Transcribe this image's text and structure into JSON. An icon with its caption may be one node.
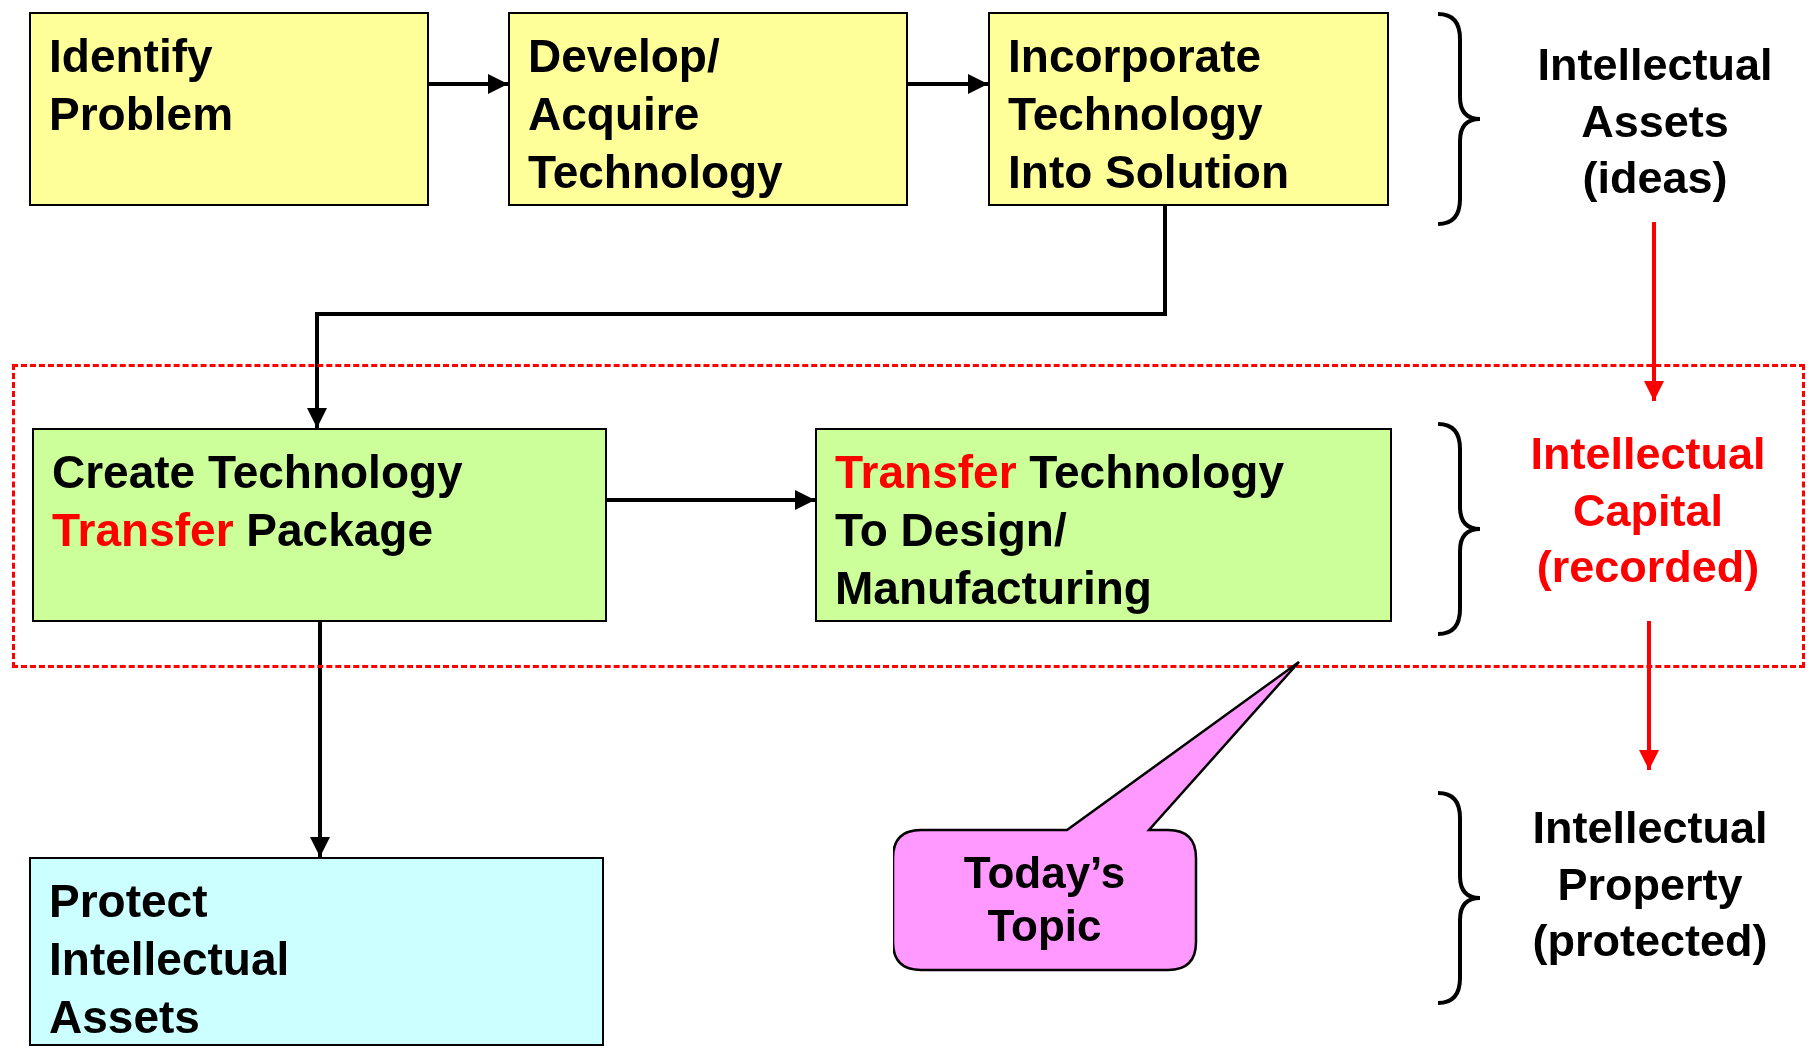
{
  "diagram": {
    "nodes": [
      {
        "text": [
          "Identify Problem"
        ]
      },
      {
        "text": [
          "Develop/ Acquire Technology"
        ]
      },
      {
        "text": [
          "Incorporate Technology Into Solution"
        ]
      },
      {
        "text": [
          "Intellectual Assets (ideas)"
        ]
      },
      {
        "text": [],
        "shape": "box"
      },
      {
        "text": [
          "Create Technology **Transfer** Package"
        ],
        "in": 4
      },
      {
        "text": [
          "**Transfer** Technology To Design/ Manufacturing"
        ],
        "in": 4
      },
      {
        "text": [
          "Intellectual Capital (recorded)"
        ],
        "in": 4
      },
      {
        "text": [
          "Today’s Topic"
        ]
      },
      {
        "text": [
          "Intellectual Property (protected)"
        ]
      },
      {
        "text": [
          "Protect Intellectual Assets"
        ]
      }
    ],
    "edges": [
      {
        "from": 0,
        "to": 1,
        "arrow": "to"
      },
      {
        "from": 1,
        "to": 2,
        "arrow": "to"
      },
      {
        "from": 2,
        "to": 5,
        "arrow": "to"
      },
      {
        "from": 5,
        "to": 6,
        "arrow": "to"
      },
      {
        "from": 5,
        "to": 10,
        "arrow": "to"
      },
      {
        "from": 3,
        "to": 7,
        "arrow": "to",
        "color": "#ff0000"
      },
      {
        "from": 7,
        "to": 9,
        "arrow": "to",
        "color": "#ff0000"
      }
    ]
  }
}
